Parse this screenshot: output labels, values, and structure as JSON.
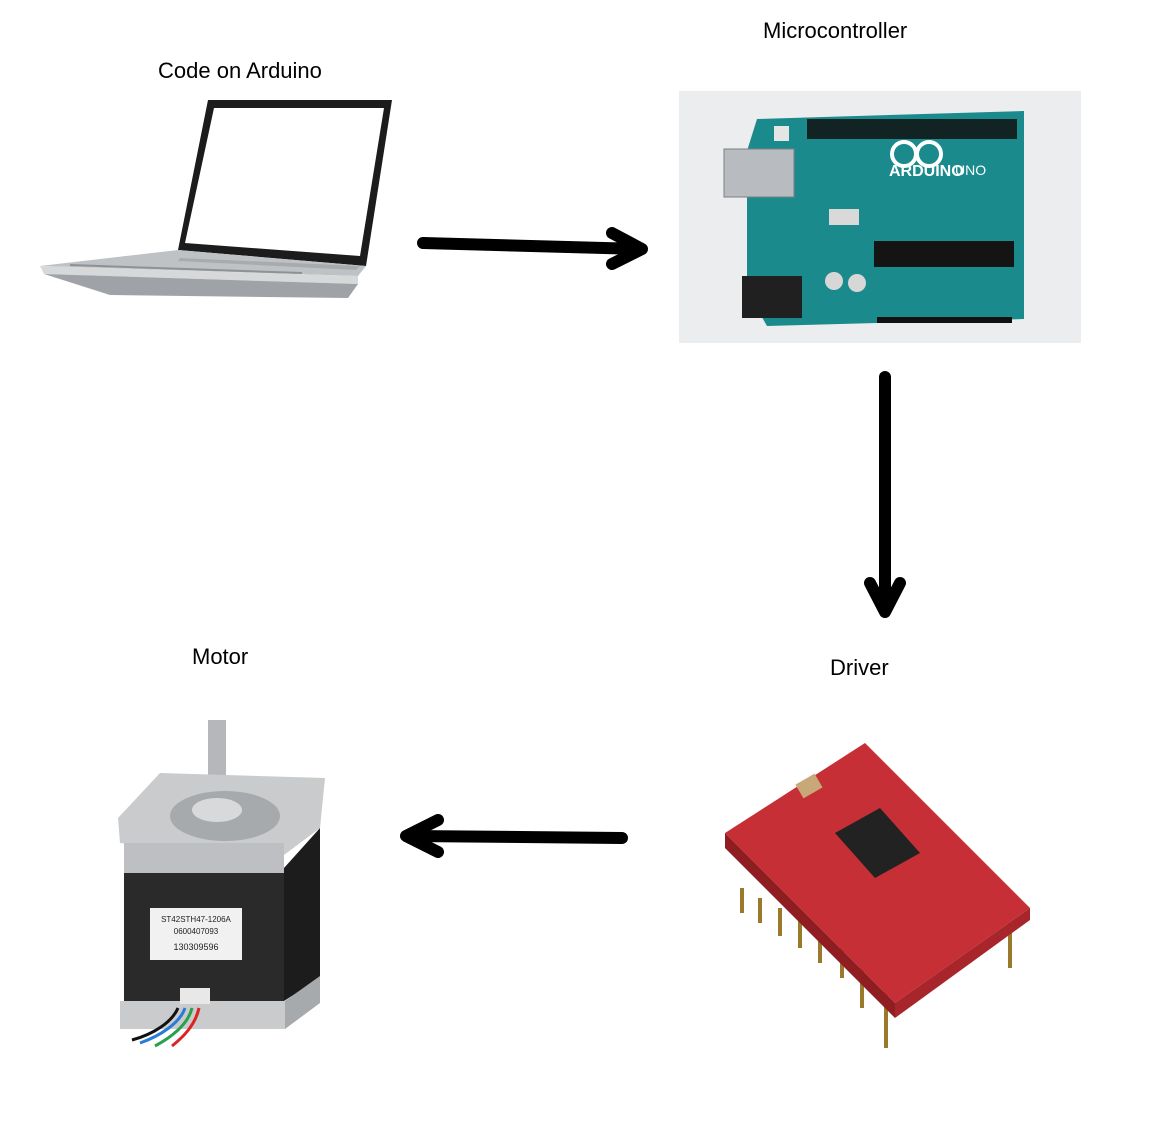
{
  "nodes": {
    "code": {
      "label": "Code on Arduino"
    },
    "microcontroller": {
      "label": "Microcontroller",
      "board_text": [
        "ARDUINO",
        "UNO"
      ]
    },
    "driver": {
      "label": "Driver"
    },
    "motor": {
      "label": "Motor",
      "sticker_lines": [
        "ST42STH47-1206A",
        "0600407093",
        "130309596"
      ]
    }
  },
  "edges": [
    {
      "from": "code",
      "to": "microcontroller"
    },
    {
      "from": "microcontroller",
      "to": "driver"
    },
    {
      "from": "driver",
      "to": "motor"
    }
  ],
  "colors": {
    "arrow": "#000000",
    "board": "#1a8a8c",
    "driver_board": "#c62f35",
    "motor_body": "#2a2a2a",
    "motor_metal": "#c9cbcd"
  }
}
